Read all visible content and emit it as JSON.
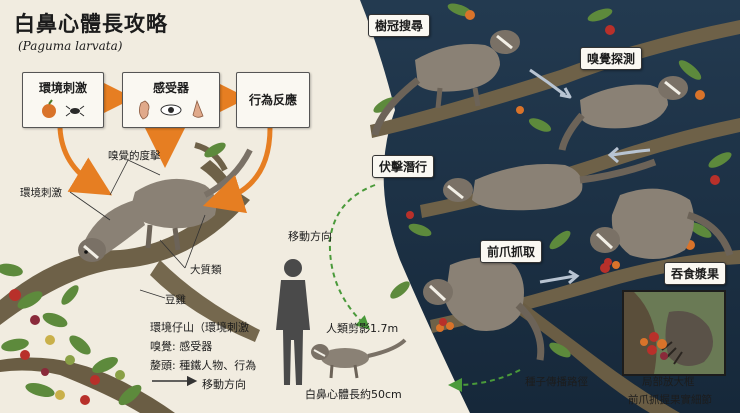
{
  "title": "白鼻心體長攻略",
  "latin_name": "(Paguma larvata)",
  "flow": {
    "box1": "環境刺激",
    "box2": "感受器",
    "box3": "行為反應"
  },
  "left_labels": {
    "smell_alert": "嗅覺的度擊",
    "env_stimulus": "環境刺激",
    "big_fruit": "大質類",
    "bean": "豆雞"
  },
  "legend": {
    "line1": "環境仔山（環境刺激",
    "line2": "嗅覺: 感受器",
    "line3": "嫠頭: 種鐵人物、行為",
    "line4": "移動方向"
  },
  "center": {
    "move_direction": "移動方向",
    "human_label": "人類剪影1.7m",
    "civet_label": "白鼻心體長約50cm"
  },
  "stages": {
    "s1": "樹冠搜尋",
    "s2": "嗅覺探測",
    "s3": "伏擊潛行",
    "s4": "前爪抓取",
    "s5": "吞食漿果"
  },
  "right_labels": {
    "seed_path": "種子傳播路徑",
    "inset_title": "局部放大框",
    "inset_caption": "前爪抓握果實細節"
  },
  "colors": {
    "night_sky": "#1f3347",
    "paper": "#f1ece0",
    "arrow_orange": "#e67e22",
    "arrow_dashed": "#4a9a3a",
    "arrow_light": "#b8c4d2"
  }
}
